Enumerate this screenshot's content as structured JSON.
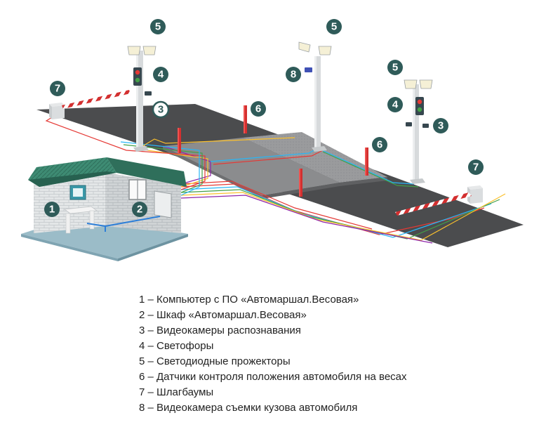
{
  "diagram": {
    "badges": {
      "computer": "1",
      "cabinet": "2",
      "camera_left": "3",
      "camera_right": "3",
      "light_left": "4",
      "light_right": "4",
      "projector_left": "5",
      "projector_mid": "5",
      "projector_right": "5",
      "sensor_mid": "6",
      "sensor_right": "6",
      "barrier_left": "7",
      "barrier_right": "7",
      "body_camera": "8"
    }
  },
  "legend": [
    {
      "text": "1 – Компьютер с ПО «Автомаршал.Весовая»"
    },
    {
      "text": "2 – Шкаф «Автомаршал.Весовая»"
    },
    {
      "text": "3 – Видеокамеры распознавания"
    },
    {
      "text": "4 – Светофоры"
    },
    {
      "text": "5 – Светодиодные прожекторы"
    },
    {
      "text": "6 – Датчики контроля положения автомобиля на весах"
    },
    {
      "text": "7 – Шлагбаумы"
    },
    {
      "text": "8 – Видеокамера съемки кузова автомобиля"
    }
  ],
  "colors": {
    "road": "#4b4c4e",
    "scale_platform": "#8c8d8f",
    "building_roof": "#3d8a72",
    "building_wall": "#e1e4e5",
    "floor": "#9bbcc8",
    "badge": "#2f5b59",
    "sensor": "#d32f2f",
    "barrier_red": "#d32f2f",
    "pole": "#d5d8da",
    "cable_red": "#e53935",
    "cable_blue": "#29b6f6",
    "cable_green": "#43a047",
    "cable_yellow": "#fbc02d",
    "cable_purple": "#8e24aa"
  }
}
